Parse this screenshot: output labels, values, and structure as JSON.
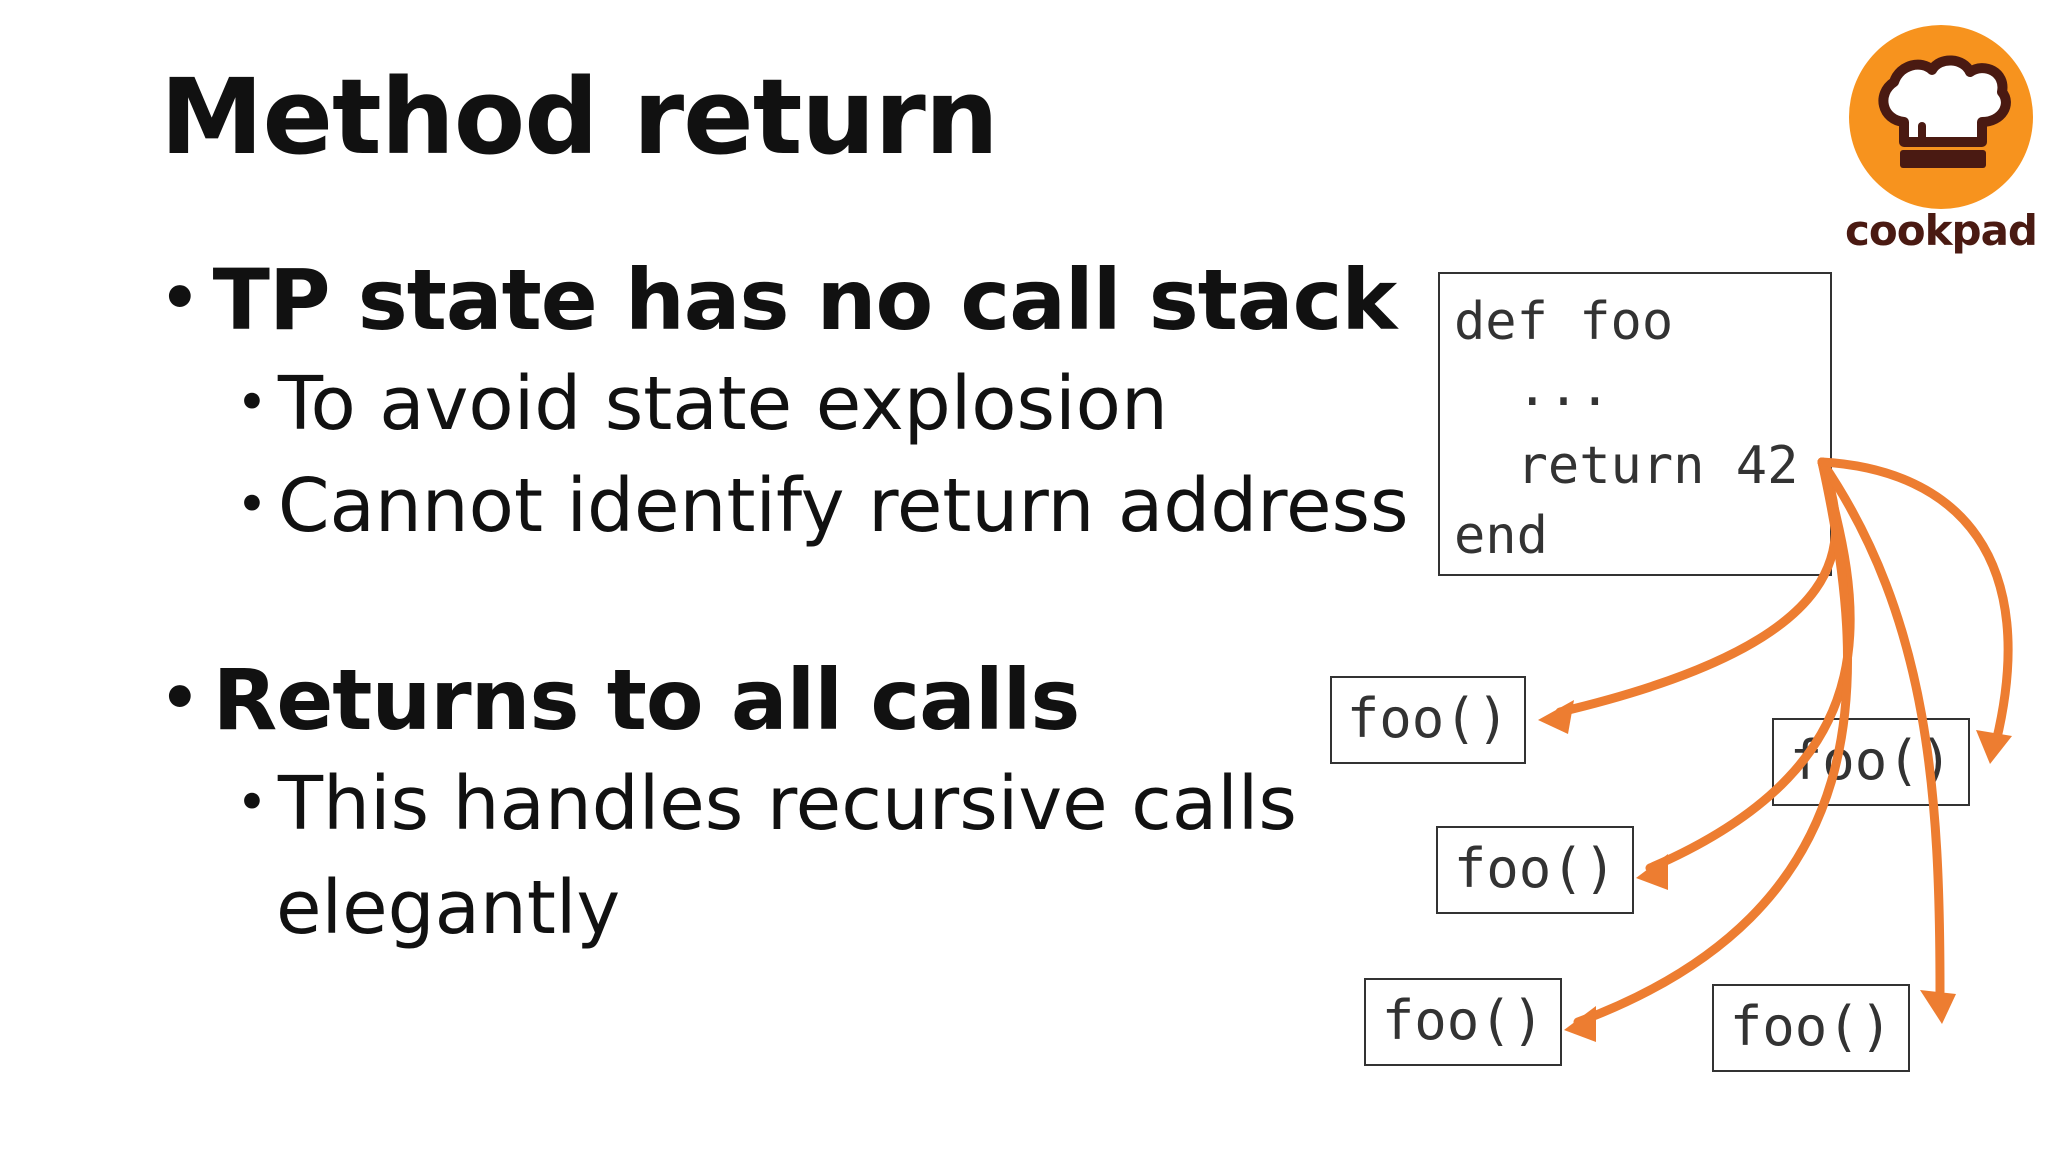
{
  "slide": {
    "title": "Method return",
    "bullets": [
      {
        "level": 1,
        "text": "TP state has no call stack"
      },
      {
        "level": 2,
        "text": "To avoid state explosion"
      },
      {
        "level": 2,
        "text": "Cannot identify return address"
      },
      {
        "level": 1,
        "text": "Returns to all calls"
      },
      {
        "level": 2,
        "text": "This handles recursive calls"
      }
    ],
    "continuation": "elegantly",
    "bullet_glyph": "•"
  },
  "logo": {
    "text": "cookpad",
    "icon": "chef-hat-icon",
    "color": "#F7931E"
  },
  "diagram": {
    "code": [
      "def foo",
      "  ...",
      "  return 42",
      "end"
    ],
    "calls": [
      "foo()",
      "foo()",
      "foo()",
      "foo()",
      "foo()"
    ],
    "arrow_color": "#ED7D31"
  }
}
